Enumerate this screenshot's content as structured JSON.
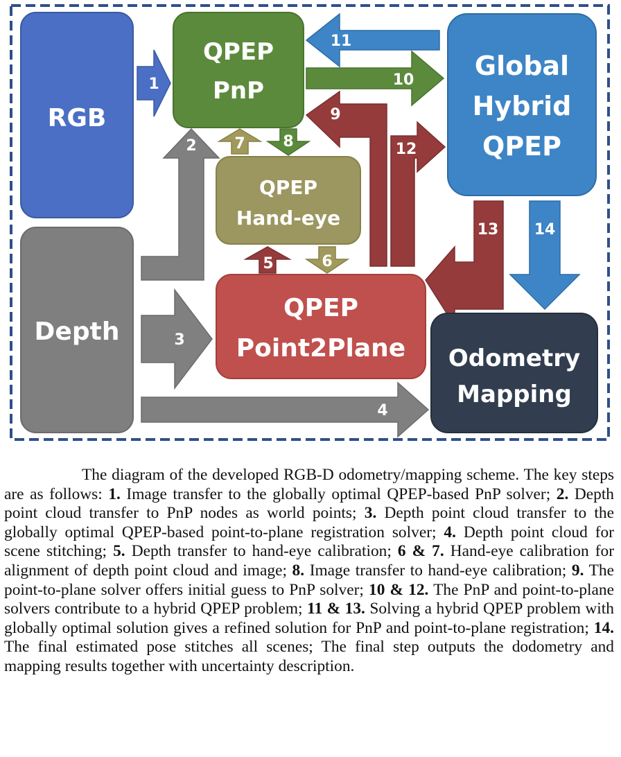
{
  "colors": {
    "border": "#2f4f8a",
    "rgb": "#4a6fc4",
    "depth": "#7f7f7f",
    "pnp": "#5b8a3c",
    "global": "#3d85c6",
    "handeye": "#9c9660",
    "point2plane": "#c0504d",
    "odometry": "#323e4f",
    "red_arrow": "#953b3b",
    "green_arrow": "#5b8a3c",
    "blue_arrow": "#3d85c6",
    "gray_arrow": "#808080",
    "olive_arrow": "#a19a5c",
    "rgb_arrow": "#4a6fc4"
  },
  "nodes": {
    "rgb": "RGB",
    "depth": "Depth",
    "pnp": [
      "QPEP",
      "PnP"
    ],
    "global": [
      "Global",
      "Hybrid",
      "QPEP"
    ],
    "handeye": [
      "QPEP",
      "Hand-eye"
    ],
    "point2plane": [
      "QPEP",
      "Point2Plane"
    ],
    "odometry": [
      "Odometry",
      "Mapping"
    ]
  },
  "arrows": {
    "a1": "1",
    "a2": "2",
    "a3": "3",
    "a4": "4",
    "a5": "5",
    "a6": "6",
    "a7": "7",
    "a8": "8",
    "a9": "9",
    "a10": "10",
    "a11": "11",
    "a12": "12",
    "a13": "13",
    "a14": "14"
  },
  "caption": {
    "intro": "The diagram of the developed RGB-D odometry/mapping scheme. The key steps are as follows:",
    "s1_num": "1.",
    "s1_text": "Image transfer to the globally optimal QPEP-based PnP solver;",
    "s2_num": "2.",
    "s2_text": "Depth point cloud transfer to PnP nodes as world points;",
    "s3_num": "3.",
    "s3_text": "Depth point cloud transfer to the globally optimal QPEP-based point-to-plane registration solver;",
    "s4_num": "4.",
    "s4_text": "Depth point cloud for scene stitching;",
    "s5_num": "5.",
    "s5_text": "Depth transfer to hand-eye calibration;",
    "s67_num": "6 & 7.",
    "s67_text": "Hand-eye calibration for alignment of depth point cloud and image;",
    "s8_num": "8.",
    "s8_text": "Image transfer to hand-eye calibration;",
    "s9_num": "9.",
    "s9_text": "The point-to-plane solver offers initial guess to PnP solver;",
    "s1012_num": "10 & 12.",
    "s1012_text": "The PnP and point-to-plane solvers contribute to a hybrid QPEP problem;",
    "s1113_num": "11 & 13.",
    "s1113_text": "Solving a hybrid QPEP problem with globally optimal solution gives a refined solution for PnP and point-to-plane registration;",
    "s14_num": "14.",
    "s14_text": "The final estimated pose stitches all scenes; The final step outputs the dodometry and mapping results together with uncertainty description."
  }
}
